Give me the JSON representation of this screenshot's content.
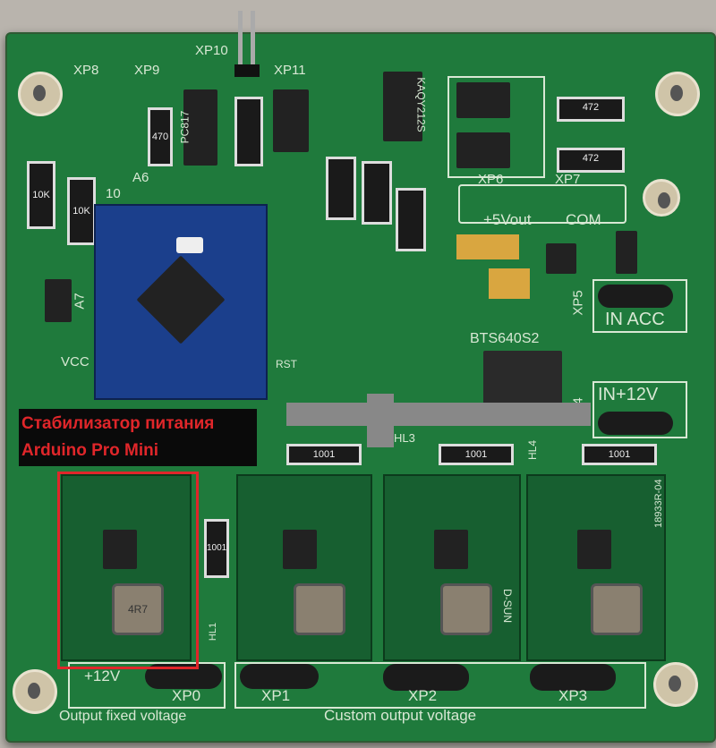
{
  "annotation": {
    "line1": "Стабилизатор питания",
    "line2": "Arduino Pro Mini",
    "color": "#e0262a"
  },
  "board": {
    "connectors_top": [
      "XP8",
      "XP9",
      "XP10",
      "XP11"
    ],
    "relay_label": "KAQY212S",
    "optocoupler_label": "PC817",
    "resistors": {
      "r470": "470",
      "r10k_a": "10K",
      "r10k_b": "10K",
      "r472_a": "472",
      "r472_b": "472",
      "r1001_a": "1001",
      "r1001_b": "1001",
      "r1001_c": "1001",
      "r1001_d": "1001"
    },
    "pins": {
      "a6": "A6",
      "a7": "A7",
      "vcc": "VCC",
      "ten": "10",
      "rst": "RST"
    },
    "xp6": "XP6",
    "xp7": "XP7",
    "plus5vout": "+5Vout",
    "com": "COM",
    "xp5": "XP5",
    "in_acc": "IN ACC",
    "switch_label": "BTS640S2",
    "xp4": "XP4",
    "in12v": "IN+12V",
    "hl3": "HL3",
    "hl4": "HL4",
    "hl1": "HL1",
    "inductor": "4R7",
    "dsun": "D-SUN",
    "board_id": "18933R-04",
    "plus12v": "+12V",
    "outputs": [
      "XP0",
      "XP1",
      "XP2",
      "XP3"
    ],
    "output_fixed": "Output fixed voltage",
    "custom_output": "Custom output voltage"
  }
}
